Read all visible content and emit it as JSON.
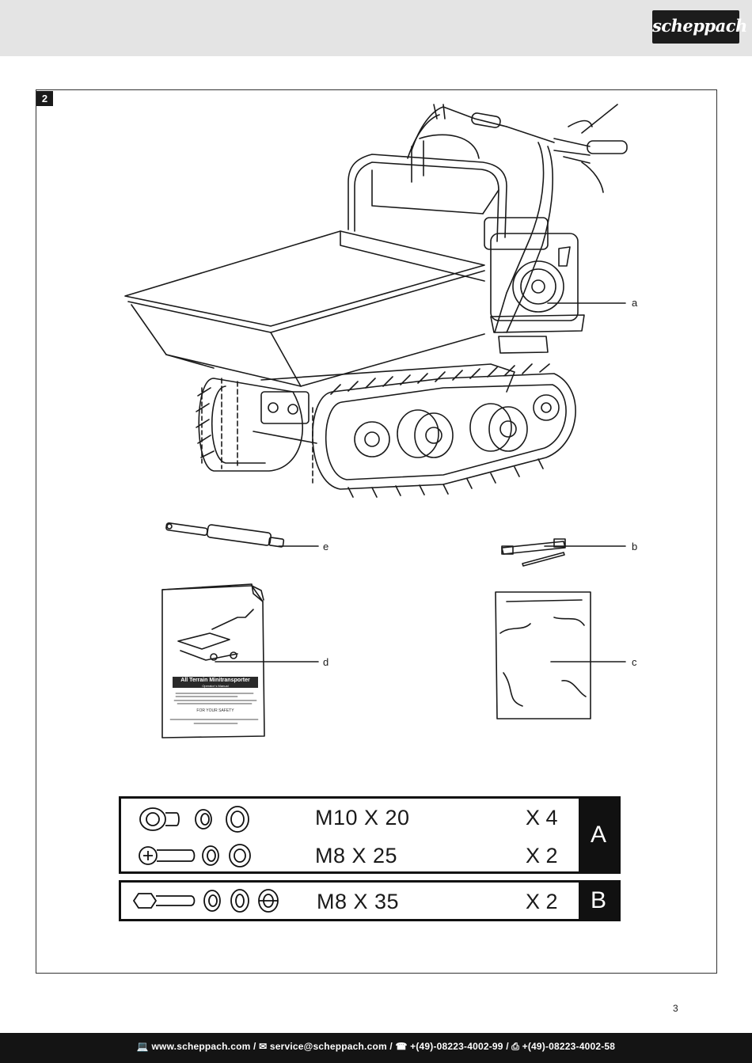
{
  "header": {
    "logo_text": "scheppach"
  },
  "figure": {
    "number": "2",
    "labels": {
      "a": "a",
      "b": "b",
      "c": "c",
      "d": "d",
      "e": "e"
    },
    "manual": {
      "title": "All Terrain Minitransporter",
      "subtitle": "Operator´s Manual",
      "section": "FOR YOUR SAFETY"
    }
  },
  "hardware": {
    "A": {
      "letter": "A",
      "rows": [
        {
          "spec": "M10 X 20",
          "count": "X 4"
        },
        {
          "spec": "M8 X 25",
          "count": "X 2"
        }
      ]
    },
    "B": {
      "letter": "B",
      "rows": [
        {
          "spec": "M8 X 35",
          "count": "X 2"
        }
      ]
    }
  },
  "page_number": "3",
  "footer": {
    "text": "💻 www.scheppach.com / ✉ service@scheppach.com / ☎ +(49)-08223-4002-99 / ⎙ +(49)-08223-4002-58"
  },
  "icons": [
    "computer-icon",
    "mail-icon",
    "phone-icon",
    "fax-icon"
  ]
}
